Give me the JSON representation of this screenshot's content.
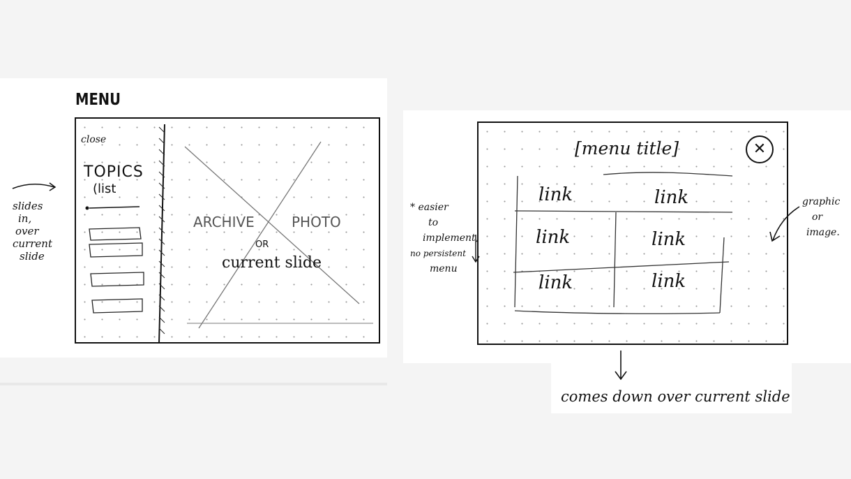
{
  "left_sketch": {
    "title": "MENU",
    "close_label": "close",
    "topics_title": "TOPICS",
    "topics_subtitle": "(list",
    "center_left": "ARCHIVE",
    "center_right": "PHOTO",
    "center_or": "OR",
    "center_bottom": "current slide",
    "note_lines": [
      "slides",
      "in,",
      "over",
      "current",
      "slide"
    ]
  },
  "right_sketch": {
    "menu_title": "[menu title]",
    "close_symbol": "✕",
    "links": [
      "link",
      "link",
      "link",
      "link",
      "link",
      "link"
    ],
    "left_note_lines": [
      "* easier",
      "to",
      "implement,",
      "no persistent",
      "menu"
    ],
    "right_note_lines": [
      "graphic",
      "or",
      "image."
    ],
    "bottom_note": "comes down over current slide"
  }
}
